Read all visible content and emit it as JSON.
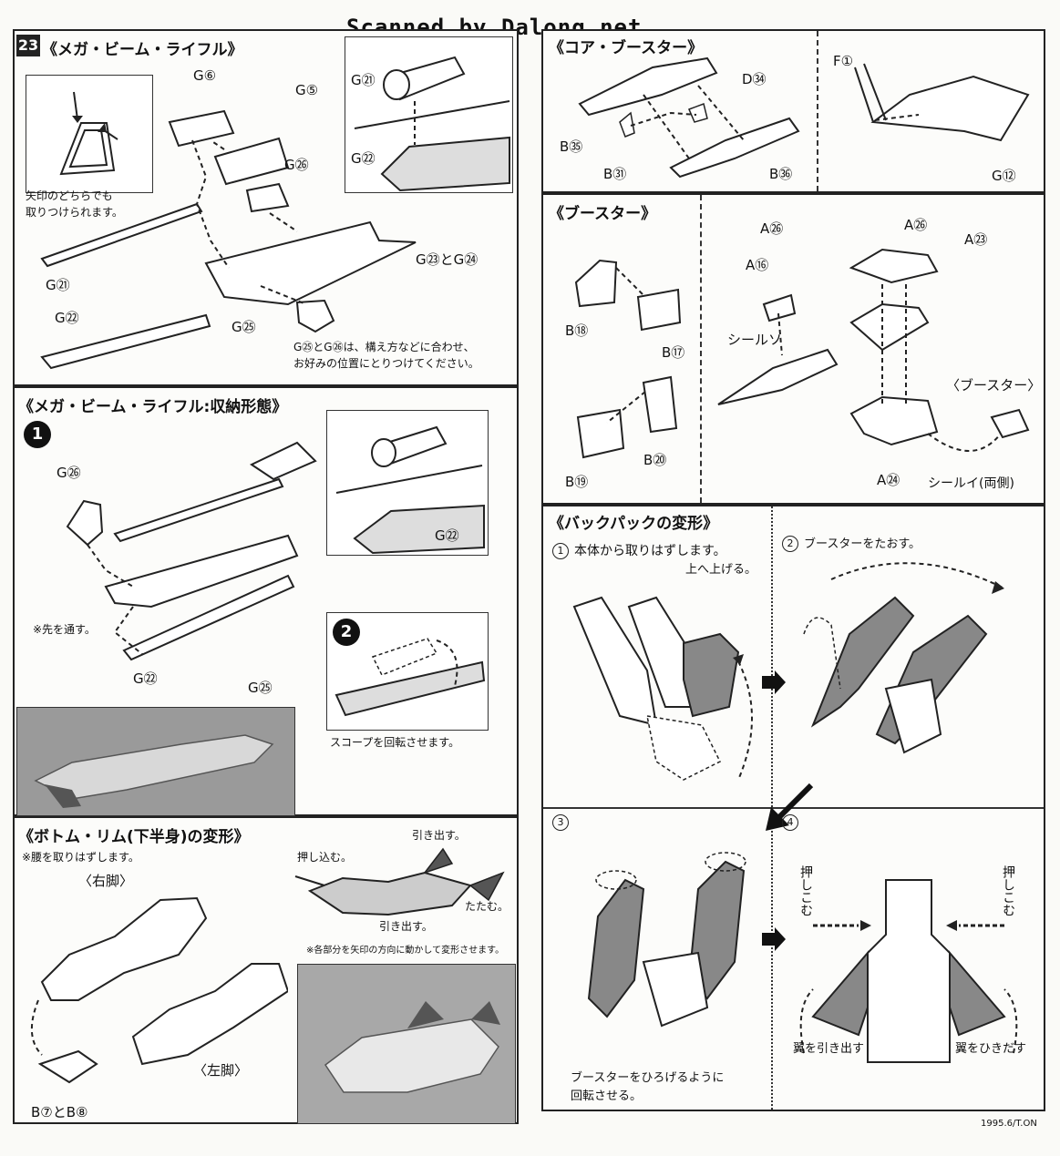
{
  "header": {
    "scan_credit": "Scanned by Dalong.net"
  },
  "footer": {
    "code": "1995.6/T.ON"
  },
  "left": {
    "rifle": {
      "number": "23",
      "title": "《メガ・ビーム・ライフル》",
      "parts": {
        "g6": "G⑥",
        "g5": "G⑤",
        "g21": "G㉑",
        "g22": "G㉒",
        "g26": "G㉖",
        "g23_24": "G㉓とG㉔",
        "g25": "G㉕",
        "g21_inset": "G㉑",
        "g22_inset": "G㉒"
      },
      "note_either": "矢印のどちらでも\n取りつけられます。",
      "note_position": "G㉕とG㉖は、構え方などに合わせ、\nお好みの位置にとりつけてください。"
    },
    "stowed": {
      "title": "《メガ・ビーム・ライフル:収納形態》",
      "step1": "1",
      "step2": "2",
      "parts": {
        "g26": "G㉖",
        "g22": "G㉒",
        "g25": "G㉕",
        "g22_inset": "G㉒"
      },
      "note_through": "※先を通す。",
      "note_scope": "スコープを回転させます。"
    },
    "bottom": {
      "title": "《ボトム・リム(下半身)の変形》",
      "note_waist": "※腰を取りはずします。",
      "right_leg": "〈右脚〉",
      "left_leg": "〈左脚〉",
      "b7_b8": "B⑦とB⑧",
      "pull_out_1": "引き出す。",
      "push_in": "押し込む。",
      "pull_out_2": "引き出す。",
      "fold": "たたむ。",
      "note_move": "※各部分を矢印の方向に動かして変形させます。"
    }
  },
  "right": {
    "core": {
      "title": "《コア・ブースター》",
      "parts": {
        "d34": "D㉞",
        "b35": "B㉟",
        "b31": "B㉛",
        "b36": "B㊱",
        "f1": "F①",
        "g12": "G⑫"
      }
    },
    "booster": {
      "title": "《ブースター》",
      "parts": {
        "b18": "B⑱",
        "b17": "B⑰",
        "b20": "B⑳",
        "b19": "B⑲",
        "a26a": "A㉖",
        "a26b": "A㉖",
        "a23": "A㉓",
        "a16": "A⑯",
        "seal_so": "シールソ",
        "booster_label": "〈ブースター〉",
        "a24": "A㉔",
        "seal_i": "シールイ(両側)"
      }
    },
    "backpack": {
      "title": "《バックパックの変形》",
      "step1_num": "1",
      "step1_text": "本体から取りはずします。",
      "lift": "上へ上げる。",
      "step2_num": "2",
      "step2_text": "ブースターをたおす。",
      "step3_num": "3",
      "step3_text": "ブースターをひろげるように\n回転させる。",
      "step4_num": "4",
      "push_left": "押しこむ",
      "push_right": "押しこむ",
      "wing_left": "翼を引き出す",
      "wing_right": "翼をひきだす"
    }
  }
}
